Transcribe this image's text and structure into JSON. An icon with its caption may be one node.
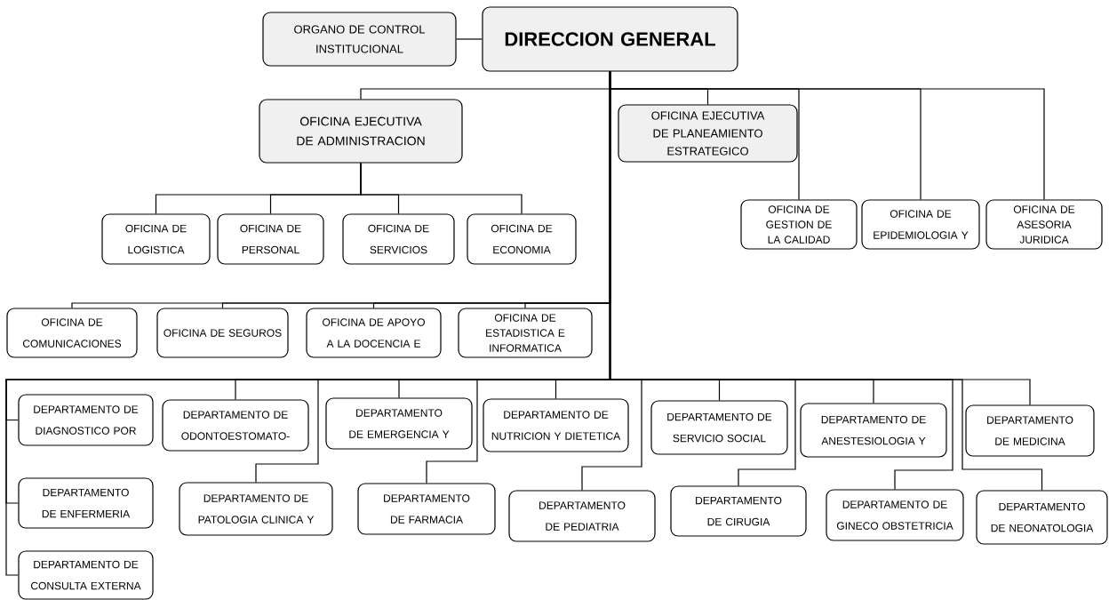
{
  "diagram": {
    "nodes": [
      {
        "text": [
          "DIRECCION GENERAL"
        ]
      },
      {
        "text": [
          "ORGANO DE CONTROL INSTITUCIONAL"
        ]
      },
      {
        "text": [
          "OFICINA EJECUTIVA DE ADMINISTRACION"
        ]
      },
      {
        "text": [
          "OFICINA EJECUTIVA DE PLANEAMIENTO ESTRATEGICO"
        ]
      },
      {
        "text": [
          "OFICINA DE GESTION DE LA CALIDAD"
        ]
      },
      {
        "text": [
          "OFICINA DE EPIDEMIOLOGIA Y"
        ]
      },
      {
        "text": [
          "OFICINA DE ASESORIA JURIDICA"
        ]
      },
      {
        "text": [
          "OFICINA DE LOGISTICA"
        ]
      },
      {
        "text": [
          "OFICINA DE PERSONAL"
        ]
      },
      {
        "text": [
          "OFICINA DE SERVICIOS"
        ]
      },
      {
        "text": [
          "OFICINA DE ECONOMIA"
        ]
      },
      {
        "text": [
          "OFICINA DE COMUNICACIONES"
        ]
      },
      {
        "text": [
          "OFICINA DE SEGUROS"
        ]
      },
      {
        "text": [
          "OFICINA DE APOYO A LA DOCENCIA E"
        ]
      },
      {
        "text": [
          "OFICINA DE ESTADISTICA E INFORMATICA"
        ]
      },
      {
        "text": [
          "DEPARTAMENTO DE DIAGNOSTICO POR"
        ]
      },
      {
        "text": [
          "DEPARTAMENTO DE ENFERMERIA"
        ]
      },
      {
        "text": [
          "DEPARTAMENTO DE CONSULTA EXTERNA"
        ]
      },
      {
        "text": [
          "DEPARTAMENTO DE ODONTOESTOMATO-"
        ]
      },
      {
        "text": [
          "DEPARTAMENTO DE PATOLOGIA CLINICA Y"
        ]
      },
      {
        "text": [
          "DEPARTAMENTO DE EMERGENCIA Y"
        ]
      },
      {
        "text": [
          "DEPARTAMENTO DE FARMACIA"
        ]
      },
      {
        "text": [
          "DEPARTAMENTO DE NUTRICION Y DIETETICA"
        ]
      },
      {
        "text": [
          "DEPARTAMENTO DE PEDIATRIA"
        ]
      },
      {
        "text": [
          "DEPARTAMENTO DE SERVICIO SOCIAL"
        ]
      },
      {
        "text": [
          "DEPARTAMENTO DE CIRUGIA"
        ]
      },
      {
        "text": [
          "DEPARTAMENTO DE ANESTESIOLOGIA Y"
        ]
      },
      {
        "text": [
          "DEPARTAMENTO DE MEDICINA"
        ]
      },
      {
        "text": [
          "DEPARTAMENTO DE GINECO OBSTETRICIA"
        ]
      },
      {
        "text": [
          "DEPARTAMENTO DE NEONATOLOGIA"
        ]
      }
    ],
    "edges": [
      {
        "from": 1,
        "to": 0,
        "arrow": "none"
      },
      {
        "from": 0,
        "to": 2,
        "arrow": "none"
      },
      {
        "from": 0,
        "to": 3,
        "arrow": "none"
      },
      {
        "from": 0,
        "to": 4,
        "arrow": "none"
      },
      {
        "from": 0,
        "to": 5,
        "arrow": "none"
      },
      {
        "from": 0,
        "to": 6,
        "arrow": "none"
      },
      {
        "from": 2,
        "to": 7,
        "arrow": "none"
      },
      {
        "from": 2,
        "to": 8,
        "arrow": "none"
      },
      {
        "from": 2,
        "to": 9,
        "arrow": "none"
      },
      {
        "from": 2,
        "to": 10,
        "arrow": "none"
      },
      {
        "from": 0,
        "to": 11,
        "arrow": "none"
      },
      {
        "from": 0,
        "to": 12,
        "arrow": "none"
      },
      {
        "from": 0,
        "to": 13,
        "arrow": "none"
      },
      {
        "from": 0,
        "to": 14,
        "arrow": "none"
      },
      {
        "from": 0,
        "to": 15,
        "arrow": "none"
      },
      {
        "from": 0,
        "to": 16,
        "arrow": "none"
      },
      {
        "from": 0,
        "to": 17,
        "arrow": "none"
      },
      {
        "from": 0,
        "to": 18,
        "arrow": "none"
      },
      {
        "from": 0,
        "to": 19,
        "arrow": "none"
      },
      {
        "from": 0,
        "to": 20,
        "arrow": "none"
      },
      {
        "from": 0,
        "to": 21,
        "arrow": "none"
      },
      {
        "from": 0,
        "to": 22,
        "arrow": "none"
      },
      {
        "from": 0,
        "to": 23,
        "arrow": "none"
      },
      {
        "from": 0,
        "to": 24,
        "arrow": "none"
      },
      {
        "from": 0,
        "to": 25,
        "arrow": "none"
      },
      {
        "from": 0,
        "to": 26,
        "arrow": "none"
      },
      {
        "from": 0,
        "to": 27,
        "arrow": "none"
      },
      {
        "from": 0,
        "to": 28,
        "arrow": "none"
      },
      {
        "from": 0,
        "to": 29,
        "arrow": "none"
      }
    ]
  }
}
